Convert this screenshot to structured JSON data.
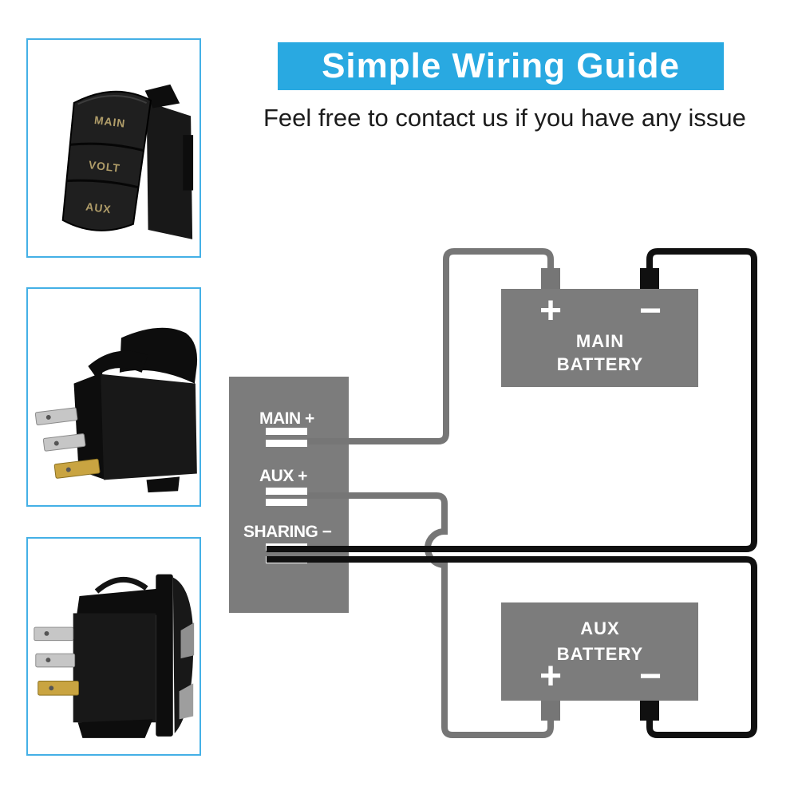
{
  "colors": {
    "accent": "#29a9e1",
    "photo_border": "#44b0e6",
    "banner_text": "#ffffff",
    "body_text": "#1c1c1c",
    "panel_gray": "#7c7c7c",
    "battery_gray": "#7c7c7c",
    "wire_positive_gray": "#767676",
    "wire_negative_black": "#101010",
    "terminal_bar_white": "#ffffff",
    "switch_label_tan": "#b09d69",
    "terminal_silver": "#c6c6c6",
    "terminal_gold": "#c9a441"
  },
  "header": {
    "title": "Simple Wiring Guide",
    "subtitle": "Feel free to contact us if you have any issue"
  },
  "product_photos": [
    {
      "name": "rocker-switch-front-view",
      "face_labels": {
        "top": "MAIN",
        "middle": "VOLT",
        "bottom": "AUX"
      }
    },
    {
      "name": "rocker-switch-side-angled-view"
    },
    {
      "name": "rocker-switch-side-profile-view"
    }
  ],
  "diagram": {
    "switch_panel": {
      "terminals": [
        {
          "id": "main-positive",
          "label": "MAIN +"
        },
        {
          "id": "aux-positive",
          "label": "AUX +"
        },
        {
          "id": "sharing-negative",
          "label": "SHARING −"
        }
      ]
    },
    "batteries": [
      {
        "id": "main-battery",
        "name_line1": "MAIN",
        "name_line2": "BATTERY",
        "positive": "+",
        "negative": "−"
      },
      {
        "id": "aux-battery",
        "name_line1": "AUX",
        "name_line2": "BATTERY",
        "positive": "+",
        "negative": "−"
      }
    ]
  }
}
